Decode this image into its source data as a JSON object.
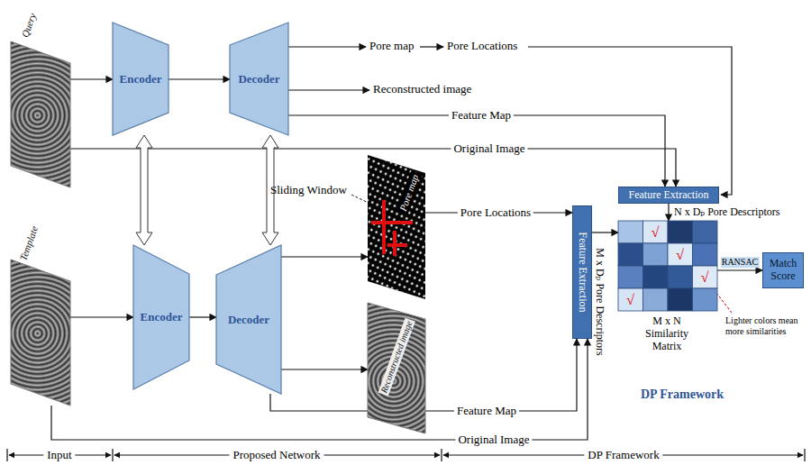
{
  "diagram": {
    "nodes": [
      {
        "text": [
          "Query"
        ]
      },
      {
        "text": [
          "Encoder"
        ]
      },
      {
        "text": [
          "Decoder"
        ]
      },
      {
        "text": [
          "Template"
        ]
      },
      {
        "text": [
          "Encoder"
        ]
      },
      {
        "text": [
          "Decoder"
        ]
      },
      {
        "text": [
          "Pore map"
        ]
      },
      {
        "text": [
          "Reconstructed image"
        ]
      },
      {
        "text": [
          "DP Framework"
        ]
      },
      {
        "text": [
          "Feature Extraction"
        ],
        "in": 8
      },
      {
        "text": [
          "Feature Extraction"
        ],
        "in": 8
      },
      {
        "text": [
          "√",
          "√",
          "√",
          "√"
        ],
        "in": 8
      },
      {
        "text": [
          "Match Score"
        ],
        "in": 8
      }
    ],
    "edges": [
      {
        "from": 0,
        "to": 1,
        "arrow": "to"
      },
      {
        "from": 1,
        "to": 2,
        "arrow": "to"
      },
      {
        "from": 2,
        "to": 9,
        "arrow": "to",
        "label": "Feature Map"
      },
      {
        "from": 0,
        "to": 9,
        "arrow": "to",
        "label": "Original Image"
      },
      {
        "from": 1,
        "to": 4,
        "arrow": "both"
      },
      {
        "from": 2,
        "to": 5,
        "arrow": "both"
      },
      {
        "from": 3,
        "to": 4,
        "arrow": "to"
      },
      {
        "from": 4,
        "to": 5,
        "arrow": "to"
      },
      {
        "from": 5,
        "to": 6,
        "arrow": "to"
      },
      {
        "from": 5,
        "to": 7,
        "arrow": "to"
      },
      {
        "from": 6,
        "to": 10,
        "arrow": "to",
        "label": "Pore Locations"
      },
      {
        "from": 5,
        "to": 10,
        "arrow": "to",
        "label": "Feature Map"
      },
      {
        "from": 3,
        "to": 10,
        "arrow": "to",
        "label": "Original Image"
      },
      {
        "from": 9,
        "to": 11,
        "arrow": "to"
      },
      {
        "from": 10,
        "to": 11,
        "arrow": "to"
      },
      {
        "from": 11,
        "to": 12,
        "arrow": "to",
        "label": "RANSAC"
      }
    ],
    "labels": [
      "Pore map",
      "Pore Locations",
      "Reconstructed image",
      "Sliding Window",
      "N x Dₚ Pore Descriptors",
      "M x Dₚ Pore Descriptors",
      "M x N Similarity Matrix",
      "Lighter colors mean more similarities",
      "Input",
      "Proposed Network",
      "DP Framework"
    ]
  }
}
